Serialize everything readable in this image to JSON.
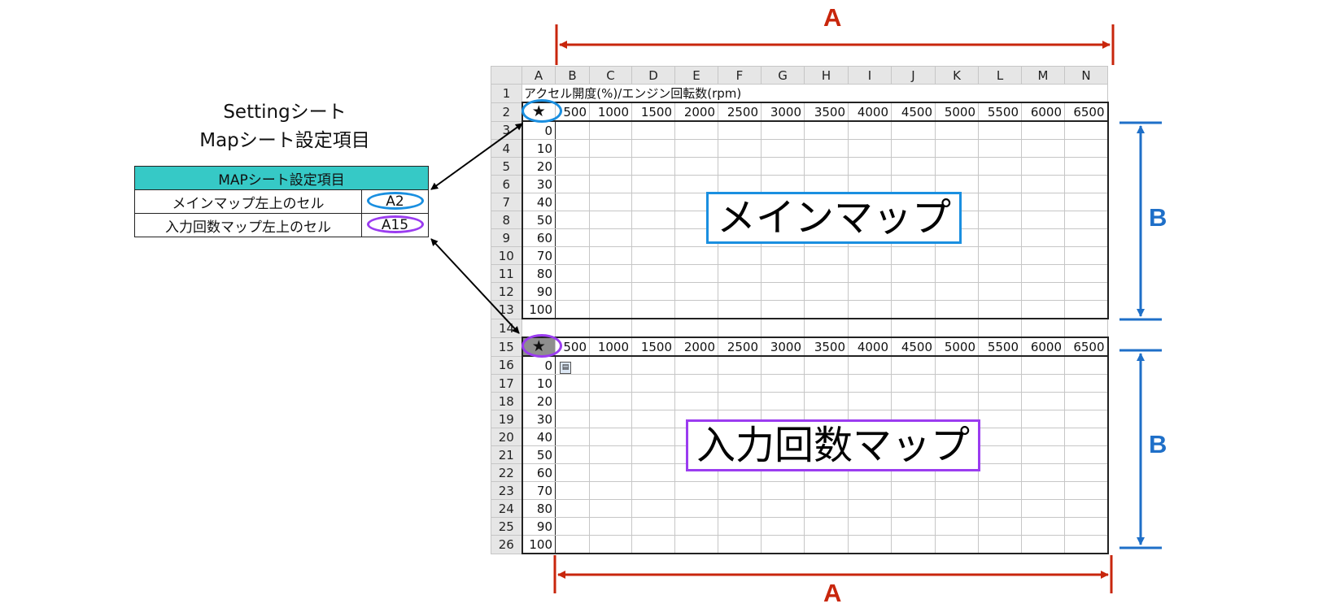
{
  "caption": {
    "line1": "Settingシート",
    "line2": "Mapシート設定項目"
  },
  "settings_table": {
    "header": "MAPシート設定項目",
    "rows": [
      {
        "label": "メインマップ左上のセル",
        "value": "A2",
        "ring_color": "#1a8fe0"
      },
      {
        "label": "入力回数マップ左上のセル",
        "value": "A15",
        "ring_color": "#9b3cf0"
      }
    ]
  },
  "sheet": {
    "corner": "",
    "columns": [
      "A",
      "B",
      "C",
      "D",
      "E",
      "F",
      "G",
      "H",
      "I",
      "J",
      "K",
      "L",
      "M",
      "N"
    ],
    "row1_title": "アクセル開度(%)/エンジン回転数(rpm)",
    "star": "★",
    "rpm_values": [
      "500",
      "1000",
      "1500",
      "2000",
      "2500",
      "3000",
      "3500",
      "4000",
      "4500",
      "5000",
      "5500",
      "6000",
      "6500"
    ],
    "main_map": {
      "header_row": "2",
      "rows": [
        {
          "row": "3",
          "value": "0"
        },
        {
          "row": "4",
          "value": "10"
        },
        {
          "row": "5",
          "value": "20"
        },
        {
          "row": "6",
          "value": "30"
        },
        {
          "row": "7",
          "value": "40"
        },
        {
          "row": "8",
          "value": "50"
        },
        {
          "row": "9",
          "value": "60"
        },
        {
          "row": "10",
          "value": "70"
        },
        {
          "row": "11",
          "value": "80"
        },
        {
          "row": "12",
          "value": "90"
        },
        {
          "row": "13",
          "value": "100"
        }
      ]
    },
    "spacer_row": "14",
    "count_map": {
      "header_row": "15",
      "rows": [
        {
          "row": "16",
          "value": "0"
        },
        {
          "row": "17",
          "value": "10"
        },
        {
          "row": "18",
          "value": "20"
        },
        {
          "row": "19",
          "value": "30"
        },
        {
          "row": "20",
          "value": "40"
        },
        {
          "row": "21",
          "value": "50"
        },
        {
          "row": "22",
          "value": "60"
        },
        {
          "row": "23",
          "value": "70"
        },
        {
          "row": "24",
          "value": "80"
        },
        {
          "row": "25",
          "value": "90"
        },
        {
          "row": "26",
          "value": "100"
        }
      ]
    }
  },
  "labels": {
    "main_map": "メインマップ",
    "count_map": "入力回数マップ"
  },
  "dimensions": {
    "width_label": "A",
    "height_label": "B"
  },
  "colors": {
    "teal_header": "#36c9c6",
    "blue": "#1a8fe0",
    "purple": "#9b3cf0",
    "red": "#c8260c",
    "dim_blue": "#1e6fc8"
  },
  "paste_icon": "paste-icon"
}
